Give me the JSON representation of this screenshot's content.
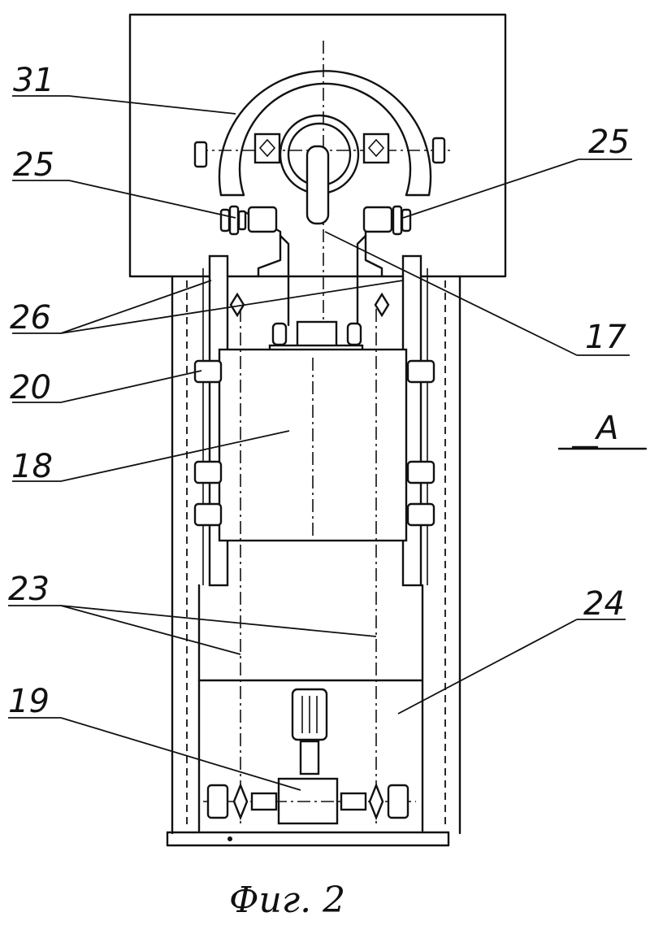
{
  "figure": {
    "caption": "Фиг. 2",
    "view_marker": "A"
  },
  "labels": {
    "l31": "31",
    "l25_left": "25",
    "l25_right": "25",
    "l26": "26",
    "l17": "17",
    "l20": "20",
    "l18": "18",
    "l23": "23",
    "l24": "24",
    "l19": "19"
  }
}
